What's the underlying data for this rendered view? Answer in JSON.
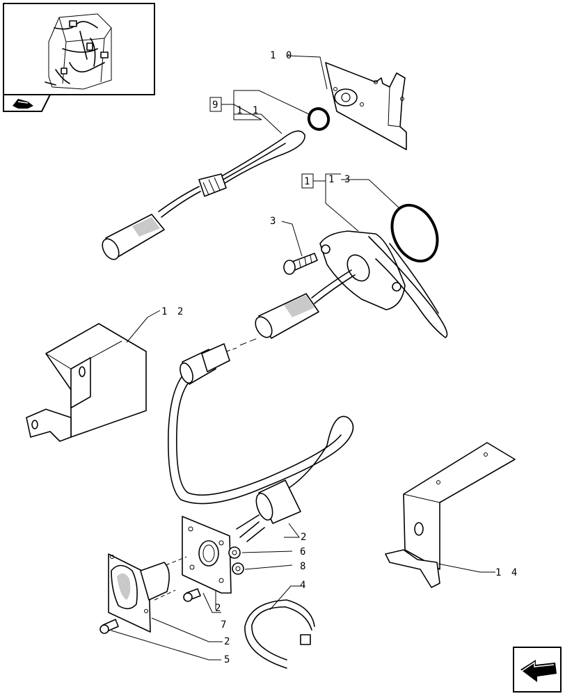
{
  "labels": {
    "p1": "1",
    "p2a": "2",
    "p2b": "2",
    "p2c": "2",
    "p3": "3",
    "p4": "4",
    "p5": "5",
    "p6": "6",
    "p7": "7",
    "p8": "8",
    "p9": "9",
    "p10": "1 0",
    "p11": "1 1",
    "p12": "1 2",
    "p13": "1 3",
    "p14": "1 4"
  },
  "icons": {
    "thumbnail": "tractor-cab-wiring-thumbnail",
    "index": "book-index-icon",
    "nav": "next-page-arrow-icon"
  }
}
